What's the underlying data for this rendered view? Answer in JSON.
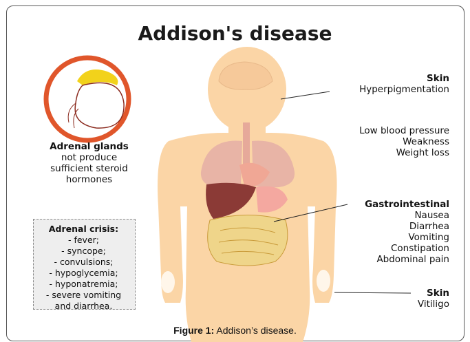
{
  "title": "Addison's disease",
  "adrenal": {
    "heading": "Adrenal glands",
    "lines": [
      "not produce",
      "sufficient steroid",
      "hormones"
    ]
  },
  "crisis": {
    "heading": "Adrenal crisis:",
    "items": [
      "- fever;",
      "- syncope;",
      "- convulsions;",
      "- hypoglycemia;",
      "- hyponatremia;",
      "- severe vomiting",
      "and diarrhea."
    ]
  },
  "skin_top": {
    "heading": "Skin",
    "text": "Hyperpigmentation"
  },
  "general": [
    "Low blood pressure",
    "Weakness",
    "Weight loss"
  ],
  "gi": {
    "heading": "Gastrointestinal",
    "items": [
      "Nausea",
      "Diarrhea",
      "Vomiting",
      "Constipation",
      "Abdominal pain"
    ]
  },
  "skin_bottom": {
    "heading": "Skin",
    "text": "Vitiligo"
  },
  "caption": {
    "label": "Figure 1:",
    "text": " Addison’s disease."
  },
  "colors": {
    "body": "#fbd5a6",
    "ring": "#e0562b",
    "adrenal": "#f2d21b",
    "kidney_outline": "#8b2b1f",
    "lungs": "#e8b4a6",
    "liver": "#8b3a36",
    "intestine": "#efd58a"
  }
}
